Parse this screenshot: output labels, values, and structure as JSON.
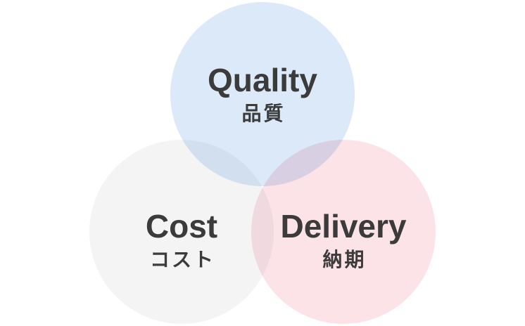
{
  "diagram": {
    "kind": "venn",
    "background_color": "#ffffff",
    "text_color": "#3b3b3b",
    "circles": [
      {
        "id": "quality",
        "label_en": "Quality",
        "label_ja": "品質",
        "fill": "#dce9f9"
      },
      {
        "id": "cost",
        "label_en": "Cost",
        "label_ja": "コスト",
        "fill": "#f4f4f5"
      },
      {
        "id": "delivery",
        "label_en": "Delivery",
        "label_ja": "納期",
        "fill": "#fbe3e8"
      }
    ]
  }
}
